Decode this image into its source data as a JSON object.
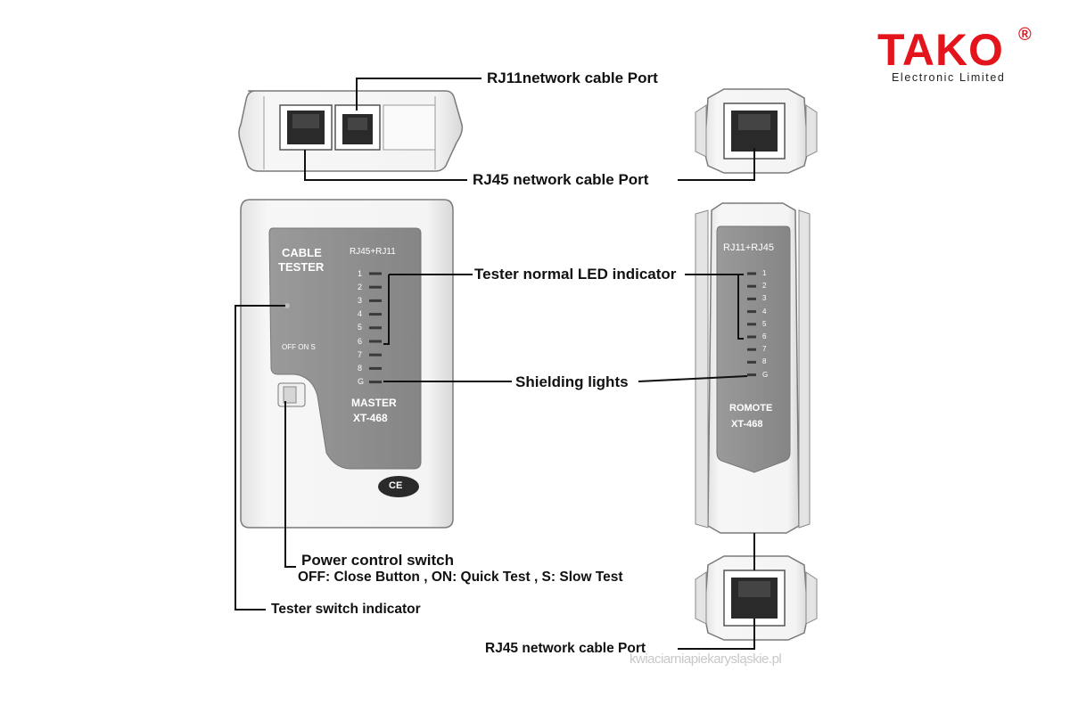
{
  "logo": {
    "brand": "TAKO",
    "registered": "®",
    "subtitle": "Electronic Limited"
  },
  "callouts": {
    "rj11_port": "RJ11network cable Port",
    "rj45_port_top": "RJ45 network cable Port",
    "tester_led": "Tester normal LED indicator",
    "shielding": "Shielding lights",
    "power_switch": "Power control switch",
    "power_switch_modes": "OFF: Close Button , ON: Quick Test , S: Slow Test",
    "tester_switch_indicator": "Tester switch indicator",
    "rj45_port_bottom": "RJ45 network cable Port"
  },
  "master": {
    "title_line1": "CABLE",
    "title_line2": "TESTER",
    "port_label": "RJ45+RJ11",
    "switch_label": "OFF ON S",
    "led_numbers": [
      "1",
      "2",
      "3",
      "4",
      "5",
      "6",
      "7",
      "8",
      "G"
    ],
    "name": "MASTER",
    "model": "XT-468",
    "ce_mark": "CE"
  },
  "remote": {
    "port_label": "RJ11+RJ45",
    "led_numbers": [
      "1",
      "2",
      "3",
      "4",
      "5",
      "6",
      "7",
      "8",
      "G"
    ],
    "name": "ROMOTE",
    "model": "XT-468"
  },
  "watermark": "kwiaciarniapiekarysląskie.pl",
  "colors": {
    "brand_red": "#e3141b",
    "panel_gray": "#8a8a8a",
    "body_light": "#f1f1f1",
    "outline": "#7a7a7a"
  }
}
